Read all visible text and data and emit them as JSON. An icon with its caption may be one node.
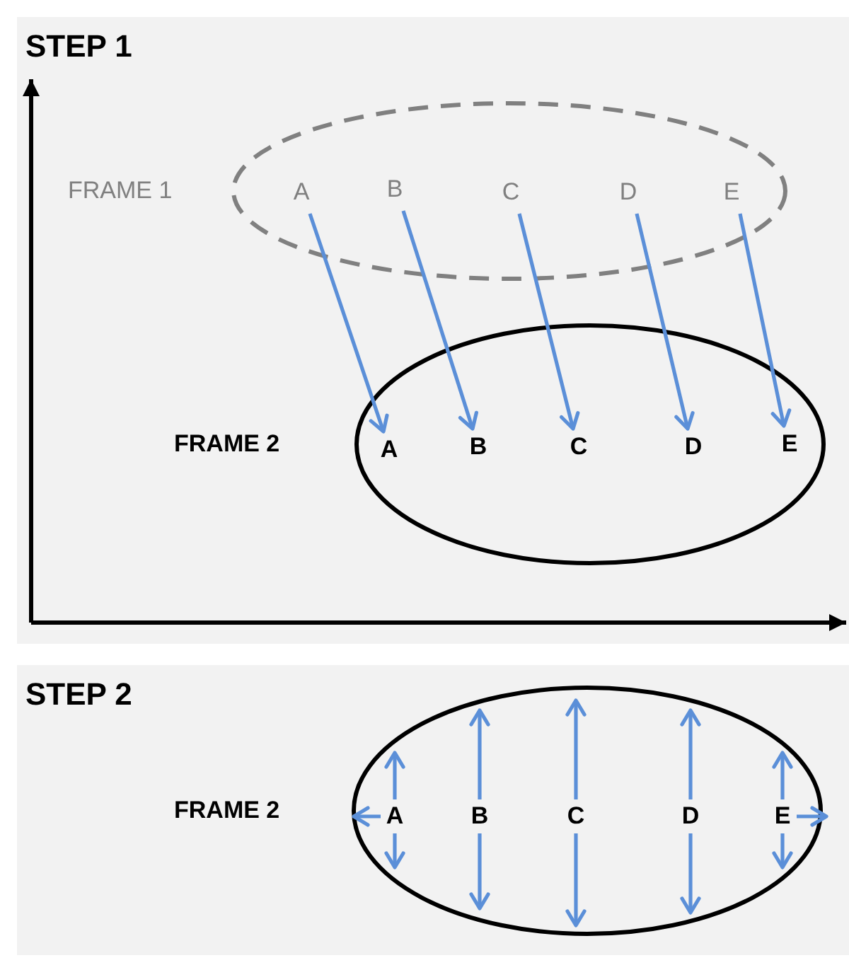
{
  "diagram": {
    "nodes": [
      {
        "text": [
          "STEP 1"
        ]
      },
      {
        "text": [
          "FRAME 1"
        ],
        "in": 0
      },
      {
        "text": [
          "A"
        ],
        "in": 1
      },
      {
        "text": [
          "B"
        ],
        "in": 1
      },
      {
        "text": [
          "C"
        ],
        "in": 1
      },
      {
        "text": [
          "D"
        ],
        "in": 1
      },
      {
        "text": [
          "E"
        ],
        "in": 1
      },
      {
        "text": [
          "FRAME 2"
        ],
        "in": 0
      },
      {
        "text": [
          "A"
        ],
        "in": 7
      },
      {
        "text": [
          "B"
        ],
        "in": 7
      },
      {
        "text": [
          "C"
        ],
        "in": 7
      },
      {
        "text": [
          "D"
        ],
        "in": 7
      },
      {
        "text": [
          "E"
        ],
        "in": 7
      },
      {
        "text": [
          "STEP 2"
        ]
      },
      {
        "text": [
          "FRAME 2"
        ],
        "in": 13
      },
      {
        "text": [
          "A"
        ],
        "in": 14
      },
      {
        "text": [
          "B"
        ],
        "in": 14
      },
      {
        "text": [
          "C"
        ],
        "in": 14
      },
      {
        "text": [
          "D"
        ],
        "in": 14
      },
      {
        "text": [
          "E"
        ],
        "in": 14
      }
    ],
    "edges": [
      {
        "from": 2,
        "to": 8,
        "arrow": "to"
      },
      {
        "from": 3,
        "to": 9,
        "arrow": "to"
      },
      {
        "from": 4,
        "to": 10,
        "arrow": "to"
      },
      {
        "from": 5,
        "to": 11,
        "arrow": "to"
      },
      {
        "from": 6,
        "to": 12,
        "arrow": "to"
      },
      {
        "from": 15,
        "to": null,
        "arrow": "to"
      },
      {
        "from": 15,
        "to": null,
        "arrow": "to"
      },
      {
        "from": 15,
        "to": null,
        "arrow": "to"
      },
      {
        "from": 16,
        "to": null,
        "arrow": "to"
      },
      {
        "from": 16,
        "to": null,
        "arrow": "to"
      },
      {
        "from": 17,
        "to": null,
        "arrow": "to"
      },
      {
        "from": 17,
        "to": null,
        "arrow": "to"
      },
      {
        "from": 18,
        "to": null,
        "arrow": "to"
      },
      {
        "from": 18,
        "to": null,
        "arrow": "to"
      },
      {
        "from": 19,
        "to": null,
        "arrow": "to"
      },
      {
        "from": 19,
        "to": null,
        "arrow": "to"
      },
      {
        "from": 19,
        "to": null,
        "arrow": "to"
      }
    ]
  }
}
